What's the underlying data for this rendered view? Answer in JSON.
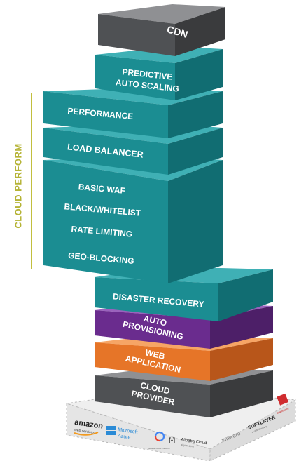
{
  "side_label": "CLOUD PERFORM",
  "layers": {
    "cdn": "CDN",
    "predictive_1": "PREDICTIVE",
    "predictive_2": "AUTO SCALING",
    "performance": "PERFORMANCE",
    "load_balancer": "LOAD BALANCER",
    "security_items": [
      "BASIC WAF",
      "BLACK/WHITELIST",
      "RATE LIMITING",
      "GEO-BLOCKING"
    ],
    "disaster_recovery": "DISASTER RECOVERY",
    "auto_1": "AUTO",
    "auto_2": "PROVISIONING",
    "web_1": "WEB",
    "web_2": "APPLICATION",
    "cloud_1": "CLOUD",
    "cloud_2": "PROVIDER"
  },
  "providers": {
    "amazon_1": "amazon",
    "amazon_2": "web services",
    "azure_1": "Microsoft",
    "azure_2": "Azure",
    "google": "Google Cloud Platform",
    "alibaba_1": "Alibaba Cloud",
    "alibaba_2": "aliyun.com",
    "vmware": "vmware",
    "softlayer_1": "SOFTLAYER",
    "softlayer_2": "an IBM Company",
    "openstack": "openstack"
  },
  "colors": {
    "teal_front": "#1b8d92",
    "teal_side": "#116d72",
    "teal_top": "#3fb0b5",
    "gray_front": "#4f5154",
    "gray_side": "#3a3b3d",
    "gray_top": "#8f9093",
    "purple_front": "#6a2c8e",
    "orange_front": "#e67528",
    "accent": "#b5b335"
  }
}
